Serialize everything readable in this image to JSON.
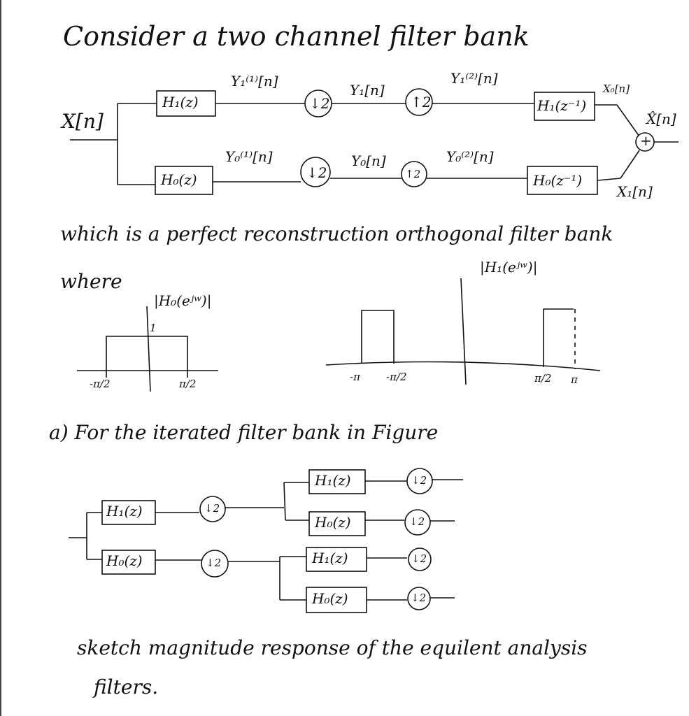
{
  "heading": "Consider a two channel filter bank",
  "bank": {
    "input": "X[n]",
    "output": "X̂[n]",
    "top": {
      "analysis": "H₁(z)",
      "sig1": "Y₁⁽¹⁾[n]",
      "down": "↓2",
      "sig2": "Y₁[n]",
      "up": "↑2",
      "sig3": "Y₁⁽²⁾[n]",
      "synthesis": "H₁(z⁻¹)",
      "branch_out": "X₀[n]"
    },
    "bottom": {
      "analysis": "H₀(z)",
      "sig1": "Y₀⁽¹⁾[n]",
      "down": "↓2",
      "sig2": "Y₀[n]",
      "up": "↑2",
      "sig3": "Y₀⁽²⁾[n]",
      "synthesis": "H₀(z⁻¹)",
      "branch_out": "X₁[n]"
    },
    "adder": "+"
  },
  "statement": "which is a perfect reconstruction orthogonal filter bank",
  "where": "where",
  "plot_h0": {
    "title": "|H₀(eʲʷ)|",
    "peak": "1",
    "tick_left": "-π/2",
    "tick_right": "π/2"
  },
  "plot_h1": {
    "title": "|H₁(eʲʷ)|",
    "ticks": [
      "-π",
      "-π/2",
      "π/2",
      "π"
    ]
  },
  "part_a": "a)  For the iterated filter bank in Figure",
  "tree": {
    "stage1_top": "H₁(z)",
    "stage1_bottom": "H₀(z)",
    "down": "↓2",
    "upper_pair": [
      "H₁(z)",
      "H₀(z)"
    ],
    "lower_pair": [
      "H₁(z)",
      "H₀(z)"
    ]
  },
  "sketch_line1": "sketch magnitude response of the equilent analysis",
  "sketch_line2": "filters."
}
